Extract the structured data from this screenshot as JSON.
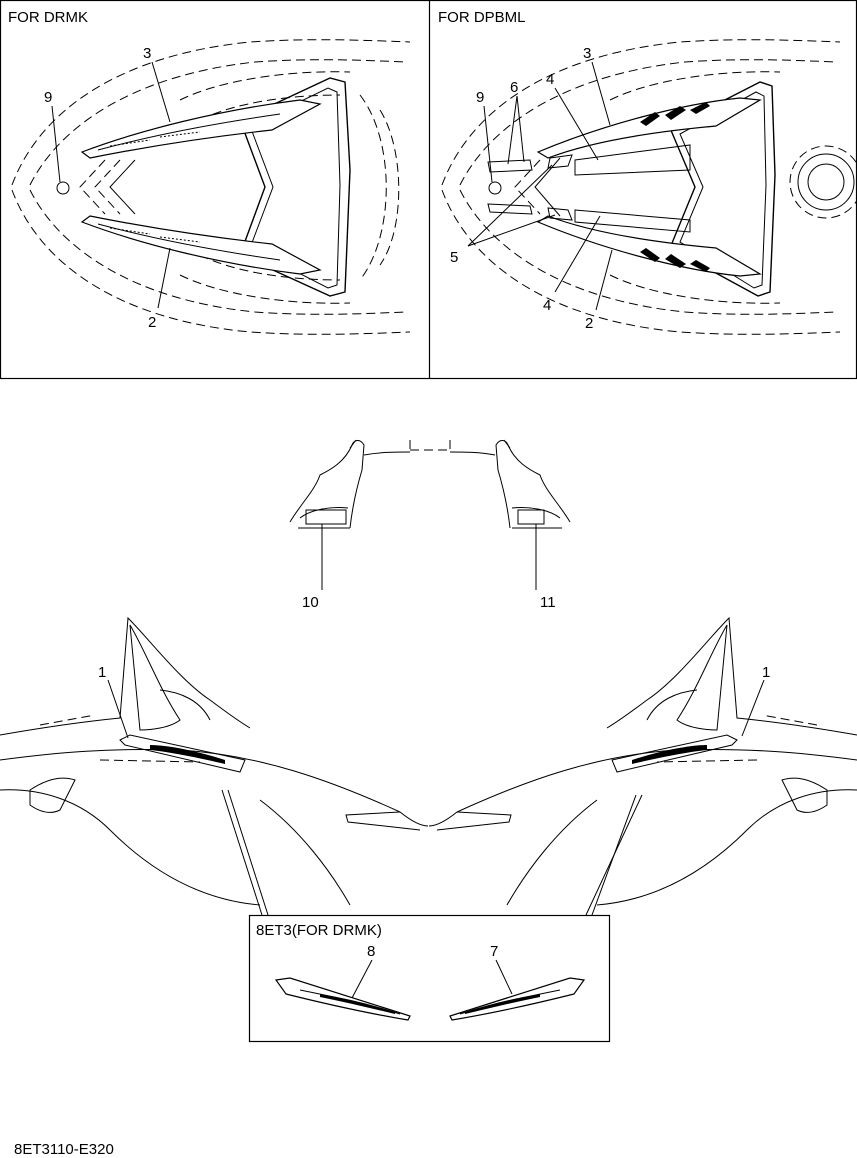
{
  "panels": {
    "left_title": "FOR DRMK",
    "right_title": "FOR DPBML",
    "inset_title": "8ET3(FOR DRMK)"
  },
  "callouts": {
    "tl_3": "3",
    "tl_9": "9",
    "tl_2": "2",
    "tr_3": "3",
    "tr_4a": "4",
    "tr_9": "9",
    "tr_6": "6",
    "tr_5": "5",
    "tr_4b": "4",
    "tr_2": "2",
    "m_10": "10",
    "m_11": "11",
    "b_1l": "1",
    "b_1r": "1",
    "i_8": "8",
    "i_7": "7"
  },
  "footer": {
    "code": "8ET3110-E320"
  }
}
